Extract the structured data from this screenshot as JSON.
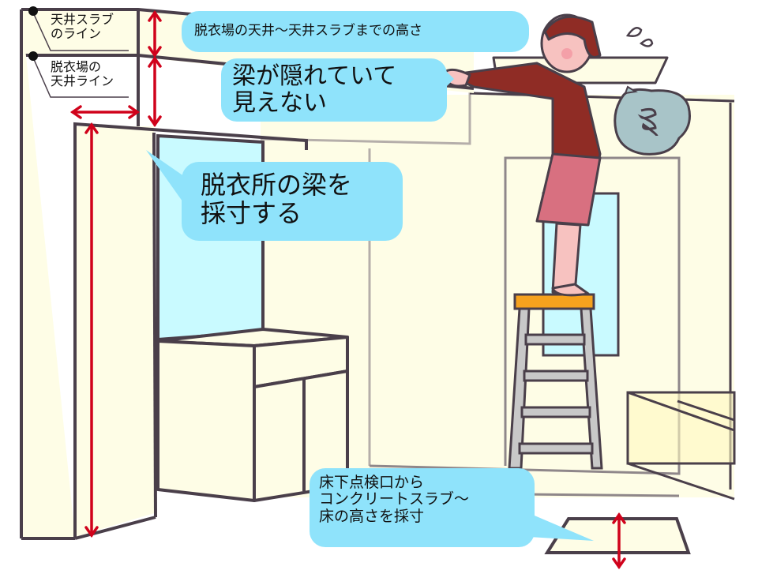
{
  "labels": {
    "slab_line": "天井スラブ\nのライン",
    "ceiling_line": "脱衣場の\n天井ライン"
  },
  "callouts": {
    "ceiling_to_slab": "脱衣場の天井～天井スラブまでの高さ",
    "beam_hidden": "梁が隠れていて\n見えない",
    "measure_beam": "脱衣所の梁を\n採寸する",
    "underfloor": "床下点検口から\nコンクリートスラブ～\n床の高さを採寸"
  },
  "colors": {
    "wall": "#fefde6",
    "outline": "#4a3f4a",
    "dimension_arrow": "#d0021b",
    "callout_bg": "#8fe3fb",
    "glass": "#c9faff",
    "sweater": "#8f2c25",
    "skirt": "#d87080",
    "stool_top": "#f6a21e",
    "ladder": "#c8c8c8",
    "thought_bubble": "#a8c4c8"
  },
  "icons": {
    "thought": "spiral-thought-icon",
    "sweat": "sweat-drops-icon"
  }
}
